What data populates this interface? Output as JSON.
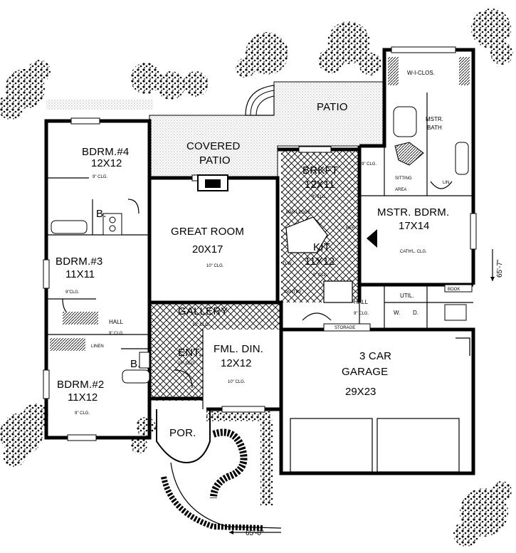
{
  "rooms": {
    "bdrm4": {
      "name": "BDRM.#4",
      "dim": "12X12",
      "clg": "9\" CLG."
    },
    "bdrm3": {
      "name": "BDRM.#3",
      "dim": "11X11",
      "clg": "9\"CLG."
    },
    "bdrm2": {
      "name": "BDRM.#2",
      "dim": "11X12",
      "clg": "9\" CLG."
    },
    "great": {
      "name": "GREAT ROOM",
      "dim": "20X17",
      "clg": "10\" CLG."
    },
    "covered": {
      "line1": "COVERED",
      "line2": "PATIO"
    },
    "patio": {
      "name": "PATIO"
    },
    "brkft": {
      "name": "BRKFT",
      "dim": "12X11",
      "clg": "9\" CLG."
    },
    "kit": {
      "name": "KIT.",
      "dim": "11X12",
      "clg": "9\" CLG."
    },
    "mbdrm": {
      "name": "MSTR. BDRM.",
      "dim": "17X14",
      "clg": "CATH'L. CLG."
    },
    "mbath": {
      "line1": "MSTR.",
      "line2": "BATH"
    },
    "wiclos": {
      "name": "W-I-CLOS."
    },
    "sitting": {
      "line1": "SITTING",
      "line2": "AREA"
    },
    "gallery": {
      "name": "GALLERY",
      "clg": "10\" CLG."
    },
    "fmldin": {
      "name": "FML. DIN.",
      "dim": "12X12",
      "clg": "10\" CLG."
    },
    "ent": {
      "name": "ENT.",
      "clg": "10\" CLG."
    },
    "por": {
      "name": "POR."
    },
    "hall_left": {
      "name": "HALL",
      "clg": "9\" CLG."
    },
    "hall_right": {
      "name": "HALL",
      "clg": "9\" CLG."
    },
    "garage": {
      "line1": "3 CAR",
      "line2": "GARAGE",
      "dim": "29X23"
    },
    "utility": {
      "name": "UTIL.",
      "w": "W.",
      "d": "D."
    }
  },
  "labels": {
    "b_upper": "B.",
    "b_lower": "B.",
    "linen": "LINEN",
    "lin": "LIN.",
    "book": "BOOK",
    "storage": "STORAGE",
    "pantry": "PANTRY",
    "dw": "D.W.",
    "ref": "REF.",
    "bar_ledge": "BAR LEDGE",
    "clg_9": "9\" CLG."
  },
  "dimensions": {
    "width": "65'-0\"",
    "depth": "65'-7\""
  }
}
